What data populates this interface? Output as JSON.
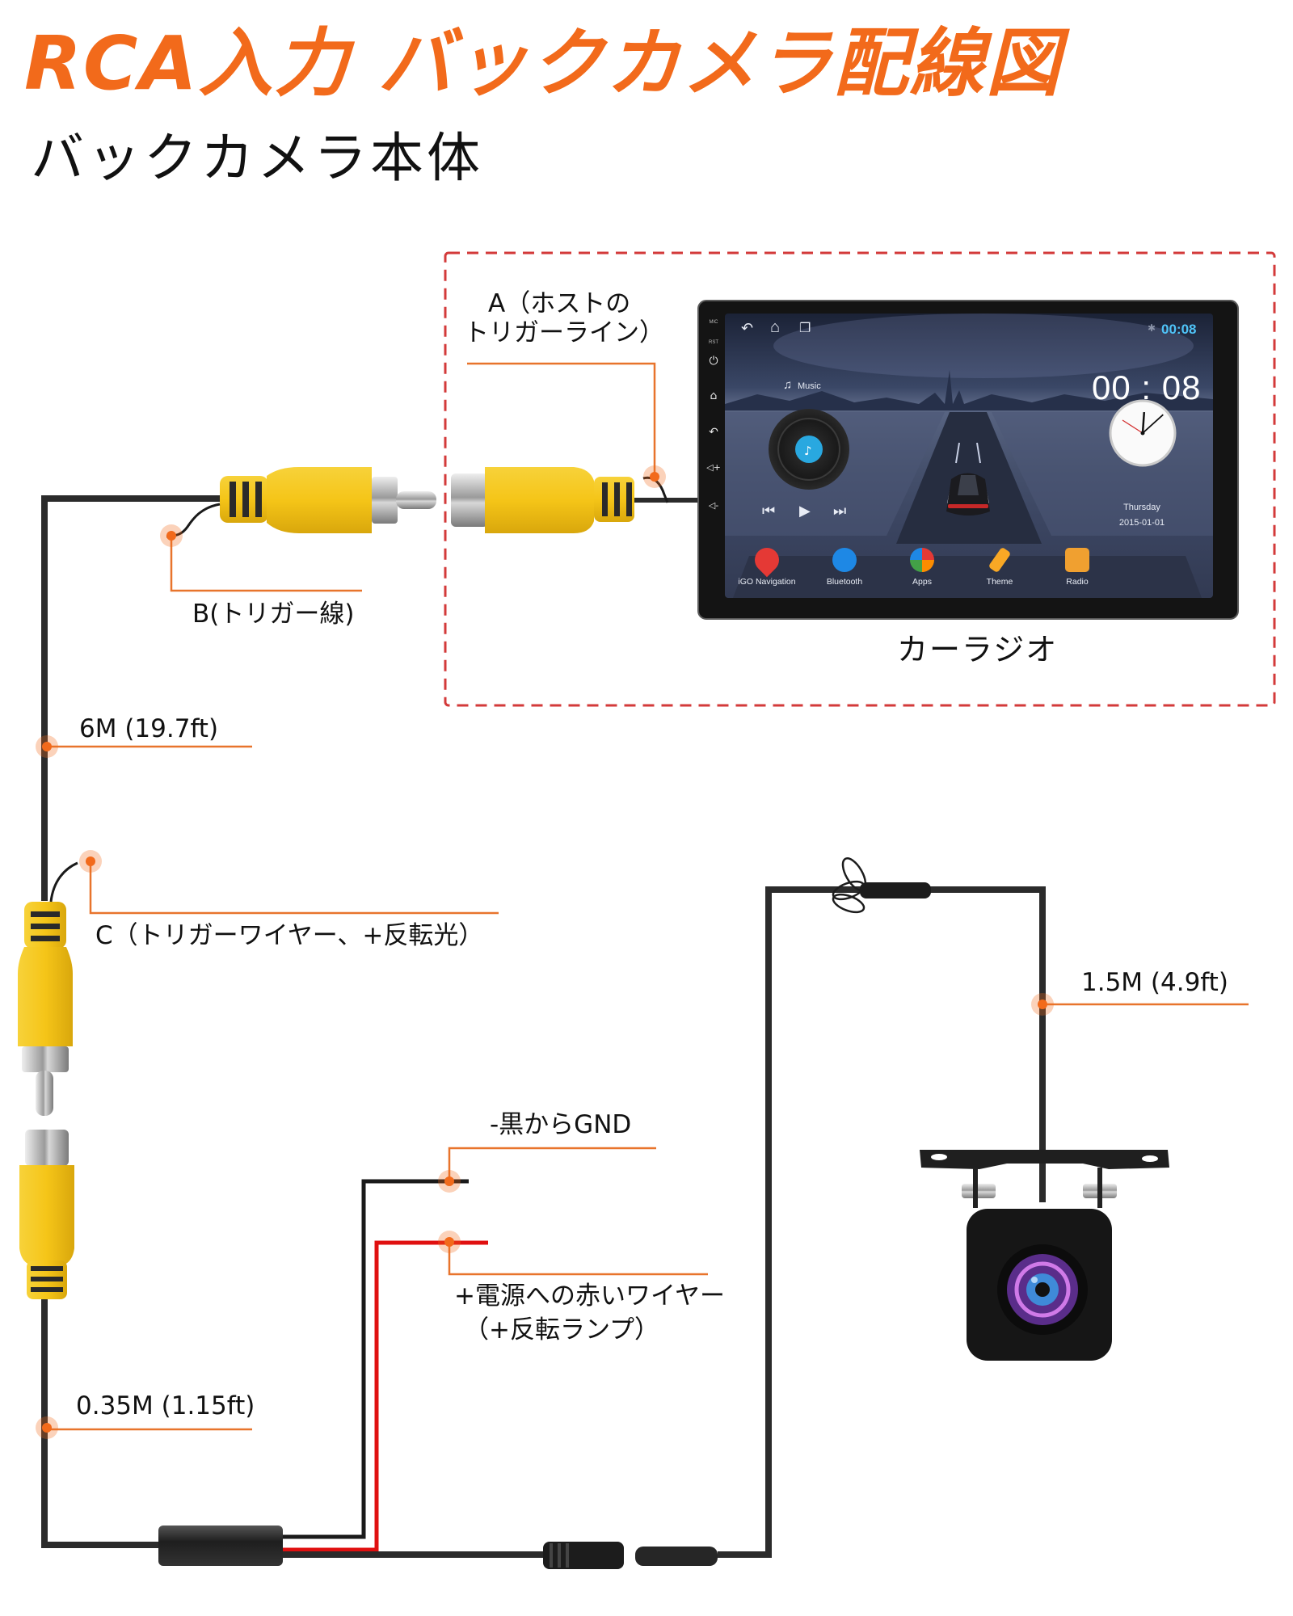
{
  "title": "RCA入力 バックカメラ配線図",
  "subtitle": "バックカメラ本体",
  "colors": {
    "title": "#f26a1b",
    "callout": "#e8742c",
    "callout_dot": "#f26a1b",
    "dashed_box": "#d33a3a",
    "wire_black": "#2b2b2b",
    "wire_red": "#e01010",
    "rca_yellow": "#f5c518",
    "status_time": "#4fc3f7"
  },
  "labels": {
    "a_trigger_line": [
      "A（ホストの",
      "トリガーライン）"
    ],
    "b_trigger": "B(トリガー線)",
    "cable_6m": "6M (19.7ft)",
    "c_trigger": "C（トリガーワイヤー、+反転光）",
    "cable_1_5m": "1.5M (4.9ft)",
    "gnd": "-黒からGND",
    "red_wire": [
      "+電源への赤いワイヤー",
      "（+反転ランプ）"
    ],
    "cable_0_35m": "0.35M (1.15ft)",
    "car_radio": "カーラジオ"
  },
  "head_unit": {
    "side_buttons": [
      {
        "name": "mic",
        "text": "MIC"
      },
      {
        "name": "rst",
        "text": "RST"
      },
      {
        "name": "power-icon",
        "glyph": "⏻"
      },
      {
        "name": "home-icon",
        "glyph": "⌂"
      },
      {
        "name": "back-icon",
        "glyph": "↶"
      },
      {
        "name": "volume-up-icon",
        "glyph": "◁+"
      },
      {
        "name": "volume-down-icon",
        "glyph": "◁-"
      }
    ],
    "nav_glyphs": {
      "back": "↶",
      "home": "⌂",
      "recents": "❐"
    },
    "bluetooth_glyph": "✱",
    "status_time": "00:08",
    "big_clock": "00 : 08",
    "music_label": "Music",
    "music_glyph": "♫",
    "day": "Thursday",
    "date": "2015-01-01",
    "media_controls": {
      "prev": "⏮",
      "play": "▶",
      "next": "⏭"
    },
    "apps": [
      {
        "label": "iGO Navigation",
        "icon": "map-pin-icon",
        "color": "#e53935"
      },
      {
        "label": "Bluetooth",
        "icon": "bluetooth-icon",
        "color": "#1e88e5"
      },
      {
        "label": "Apps",
        "icon": "apps-icon",
        "color": "#43a047"
      },
      {
        "label": "Theme",
        "icon": "paintbrush-icon",
        "color": "#f9a825"
      },
      {
        "label": "Radio",
        "icon": "radio-icon",
        "color": "#f0a030"
      }
    ],
    "clock_hands": {
      "hour": 12,
      "minute": 8
    }
  }
}
